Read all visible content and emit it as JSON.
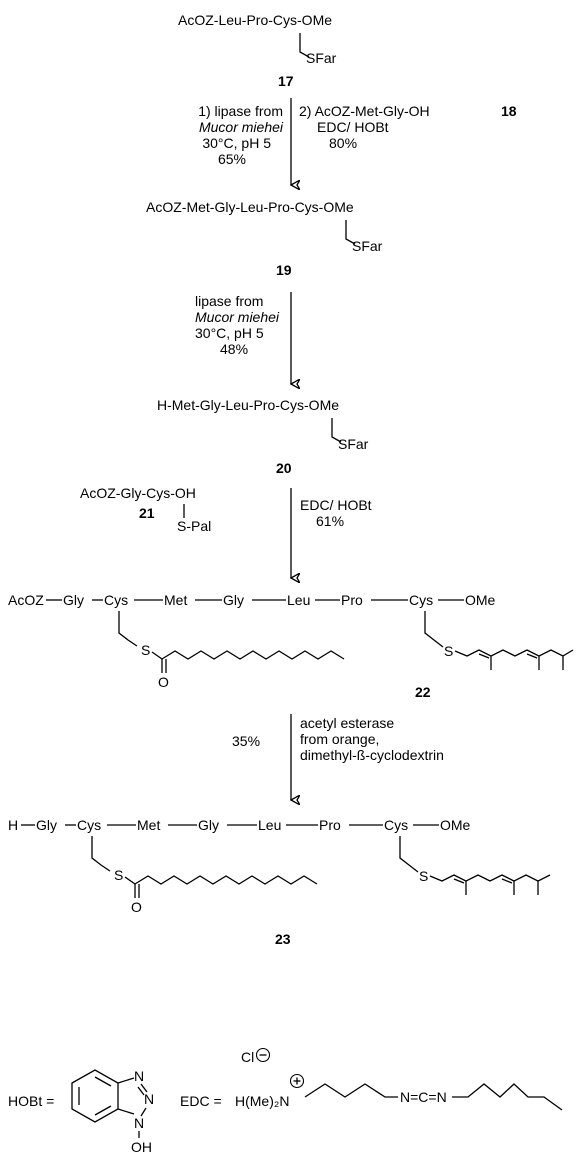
{
  "compound17": {
    "sequence": "AcOZ-Leu-Pro-Cys-OMe",
    "side_chain": "SFar",
    "number": "17"
  },
  "step1": {
    "left_line1": "1) lipase from",
    "left_line2": "Mucor miehei",
    "left_line3": "30°C, pH 5",
    "left_line4": "65%",
    "right_line1": "2) AcOZ-Met-Gly-OH",
    "right_number": "18",
    "right_line2": "EDC/ HOBt",
    "right_line3": "80%"
  },
  "compound19": {
    "sequence": "AcOZ-Met-Gly-Leu-Pro-Cys-OMe",
    "side_chain": "SFar",
    "number": "19"
  },
  "step2": {
    "line1": "lipase from",
    "line2": "Mucor miehei",
    "line3": "30°C, pH 5",
    "line4": "48%"
  },
  "compound20": {
    "sequence": "H-Met-Gly-Leu-Pro-Cys-OMe",
    "side_chain": "SFar",
    "number": "20"
  },
  "compound21": {
    "sequence": "AcOZ-Gly-Cys-OH",
    "side_chain": "S-Pal",
    "number": "21"
  },
  "step3": {
    "line1": "EDC/ HOBt",
    "line2": "61%"
  },
  "compound22": {
    "residues": [
      "AcOZ",
      "Gly",
      "Cys",
      "Met",
      "Gly",
      "Leu",
      "Pro",
      "Cys",
      "OMe"
    ],
    "thioester_S": "S",
    "carbonyl_O": "O",
    "farnesyl_S": "S",
    "number": "22"
  },
  "step4": {
    "yield": "35%",
    "line1": "acetyl esterase",
    "line2": "from orange,",
    "line3": "dimethyl-ß-cyclodextrin"
  },
  "compound23": {
    "residues": [
      "H",
      "Gly",
      "Cys",
      "Met",
      "Gly",
      "Leu",
      "Pro",
      "Cys",
      "OMe"
    ],
    "thioester_S": "S",
    "carbonyl_O": "O",
    "farnesyl_S": "S",
    "number": "23"
  },
  "legend": {
    "hobt_label": "HOBt =",
    "hobt_n1": "N",
    "hobt_n2": "N",
    "hobt_n3": "N",
    "hobt_oh": "OH",
    "edc_label": "EDC =",
    "edc_counterion": "Cl",
    "edc_ammonium": "H(Me)₂N",
    "edc_carbodiimide": "N=C=N"
  }
}
